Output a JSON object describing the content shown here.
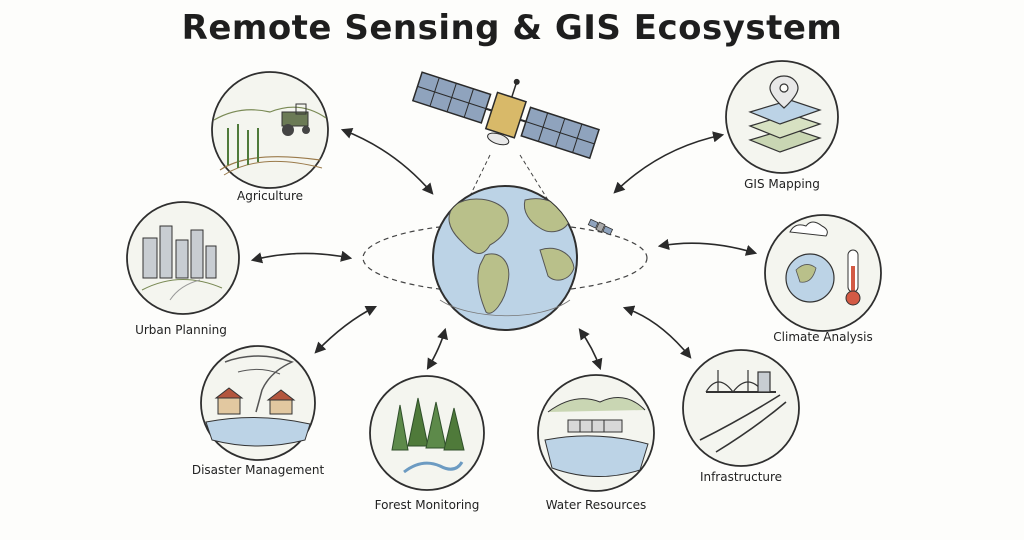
{
  "title": "Remote Sensing & GIS Ecosystem",
  "center": {
    "icon": "earth-globe-with-satellite-icon"
  },
  "nodes": [
    {
      "label": "Agriculture",
      "icon": "farm-tractor-icon"
    },
    {
      "label": "GIS Mapping",
      "icon": "layered-map-pin-icon"
    },
    {
      "label": "Urban Planning",
      "icon": "city-skyline-icon"
    },
    {
      "label": "Climate Analysis",
      "icon": "globe-thermometer-icon"
    },
    {
      "label": "Disaster Management",
      "icon": "tornado-flood-icon"
    },
    {
      "label": "Infrastructure",
      "icon": "bridge-highway-icon"
    },
    {
      "label": "Forest Monitoring",
      "icon": "forest-trees-icon"
    },
    {
      "label": "Water Resources",
      "icon": "river-dam-icon"
    }
  ],
  "colors": {
    "ink": "#3a3a3a",
    "ocean": "#bcd3e6",
    "land": "#b9c08a",
    "circle_fill": "#f4f5ef"
  }
}
